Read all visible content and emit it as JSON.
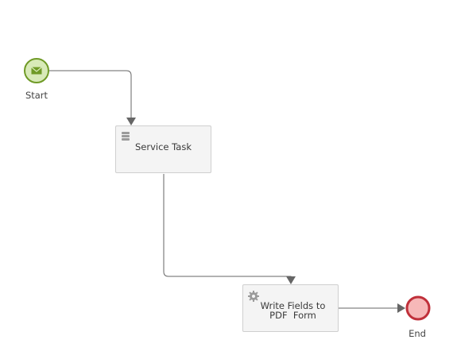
{
  "diagram": {
    "start_event": {
      "label": "Start",
      "type": "message-start-event"
    },
    "service_task": {
      "label": "Service Task",
      "type": "service-task"
    },
    "write_task": {
      "line1": "Write Fields to",
      "line2": "PDF  Form",
      "type": "script-task"
    },
    "end_event": {
      "label": "End",
      "type": "end-event"
    }
  },
  "colors": {
    "start_fill": "#d8eab8",
    "start_stroke": "#6f9a26",
    "end_fill": "#f6b8b8",
    "end_stroke": "#c0303a",
    "task_fill": "#f4f4f4",
    "task_stroke": "#cfcfcf",
    "flow_stroke": "#666666",
    "icon_color": "#9b9b9b"
  }
}
